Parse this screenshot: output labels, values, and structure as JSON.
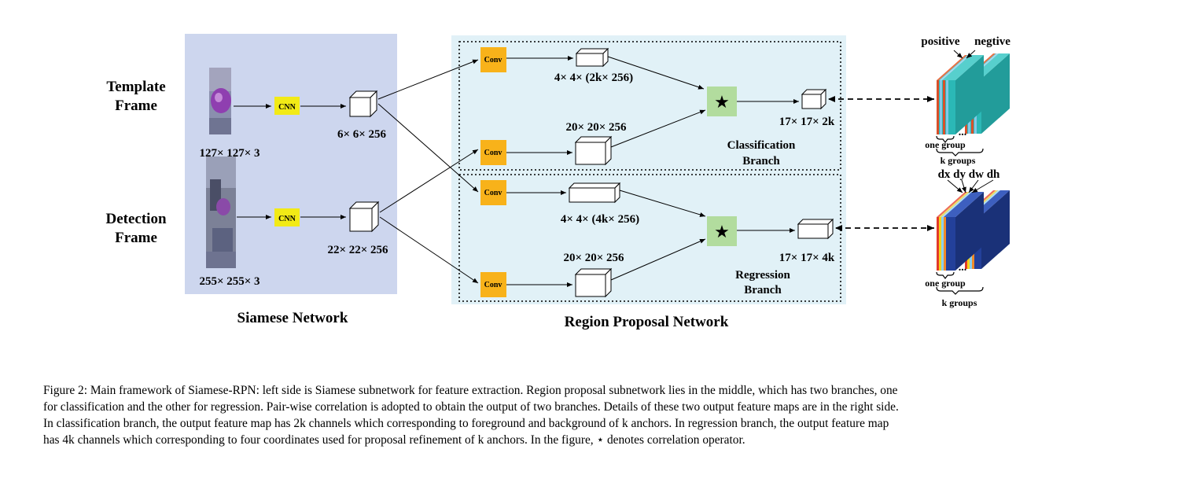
{
  "siamese": {
    "template_label_1": "Template",
    "template_label_2": "Frame",
    "detection_label_1": "Detection",
    "detection_label_2": "Frame",
    "cnn_label": "CNN",
    "template_size": "127× 127× 3",
    "detection_size": "255× 255× 3",
    "template_feature": "6× 6× 256",
    "detection_feature": "22× 22× 256",
    "title": "Siamese Network"
  },
  "rpn": {
    "conv_label": "Conv",
    "correlation_symbol": "★",
    "cls_kernel": "4× 4× (2k× 256)",
    "cls_search": "20× 20× 256",
    "cls_output": "17× 17× 2k",
    "cls_branch_1": "Classification",
    "cls_branch_2": "Branch",
    "reg_kernel": "4× 4× (4k× 256)",
    "reg_search": "20× 20× 256",
    "reg_output": "17× 17× 4k",
    "reg_branch_1": "Regression",
    "reg_branch_2": "Branch",
    "title": "Region Proposal Network"
  },
  "outputs": {
    "positive": "positive",
    "negative": "negtive",
    "cls_one_group": "one group",
    "cls_k_groups": "k groups",
    "reg_coords": "dx  dy dw dh",
    "reg_one_group": "one group",
    "reg_k_groups": "k groups",
    "ellipsis": "..."
  },
  "colors": {
    "siamese_bg": "#cdd6ee",
    "rpn_bg": "#e1f1f7",
    "cnn_fill": "#f2ea16",
    "conv_fill": "#f8b21a",
    "star_fill": "#b2dc9e",
    "cls_dark": "#2bb8b6",
    "reg_dark": "#23409a"
  },
  "caption": {
    "line1": "Figure 2: Main framework of Siamese-RPN: left side is Siamese subnetwork for feature extraction. Region proposal subnetwork lies in the middle, which has two branches, one",
    "line2": "for classification and the other for regression. Pair-wise correlation is adopted to obtain the output of two branches. Details of these two output feature maps are in the right side.",
    "line3": "In classification branch, the output feature map has 2k channels which corresponding to foreground and background of k anchors. In regression branch, the output feature map",
    "line4": "has 4k channels which corresponding to four coordinates used for proposal refinement of k anchors. In the figure, ⋆ denotes correlation operator."
  }
}
